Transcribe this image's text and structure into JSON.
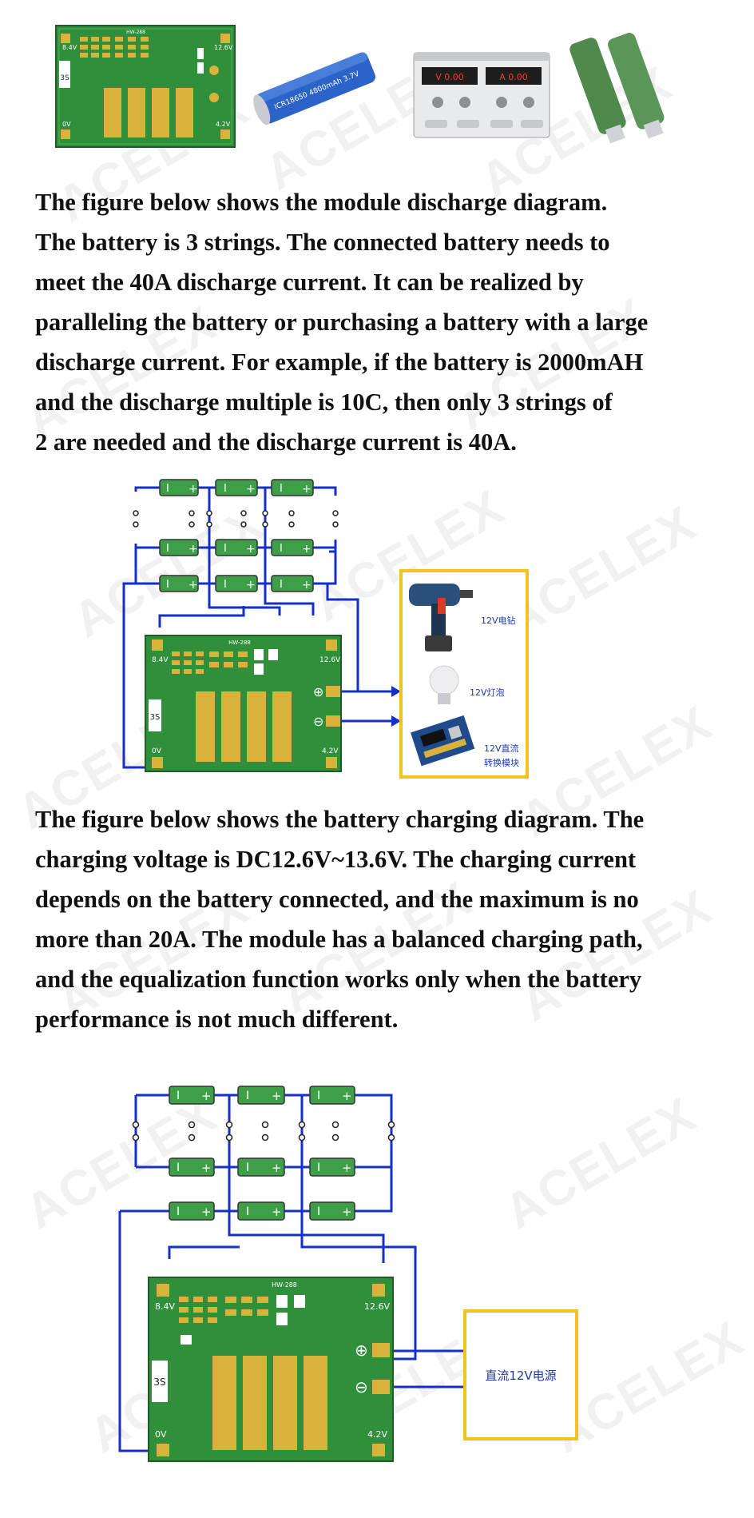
{
  "watermark": "ACELEX",
  "top_products": {
    "bms_board": {
      "model": "HW-288",
      "label_8v4": "8.4V",
      "label_12v6": "12.6V",
      "label_0v": "0V",
      "label_4v2": "4.2V",
      "label_3s": "3S"
    },
    "battery_print": "ICR18650 4800mAh 3.7V",
    "psu_v": "V 0.00",
    "psu_a": "A 0.00"
  },
  "paragraph1": {
    "lines": [
      "The figure below shows the module discharge diagram.",
      "The battery is 3 strings. The connected battery needs to",
      "meet the 40A discharge current. It can be realized by",
      "paralleling the battery or purchasing a battery with a large",
      "discharge current. For example, if the battery is 2000mAH",
      "and the discharge multiple is 10C, then only 3 strings of",
      "2 are needed and the discharge current is 40A."
    ]
  },
  "discharge_diagram": {
    "board": {
      "model": "HW-288",
      "v_8_4": "8.4V",
      "v_12_6": "12.6V",
      "v_0": "0V",
      "v_4_2": "4.2V",
      "s3": "3S",
      "plus": "⊕",
      "minus": "⊖"
    },
    "loads": {
      "drill": "12V电钻",
      "bulb": "12V灯泡",
      "dcdc_line1": "12V直流",
      "dcdc_line2": "转换模块"
    },
    "cell_minus": "I",
    "cell_plus": "+"
  },
  "paragraph2": {
    "lines": [
      "The figure below shows the battery charging diagram. The",
      "charging voltage is DC12.6V~13.6V. The charging current",
      "depends on the battery connected, and the maximum is no",
      "more than 20A. The module has a balanced charging path,",
      "and the equalization function works only when the battery",
      "performance is not much different."
    ]
  },
  "charging_diagram": {
    "board": {
      "model": "HW-288",
      "v_8_4": "8.4V",
      "v_12_6": "12.6V",
      "v_0": "0V",
      "v_4_2": "4.2V",
      "s3": "3S",
      "plus": "⊕",
      "minus": "⊖"
    },
    "source": "直流12V电源",
    "cell_minus": "I",
    "cell_plus": "+"
  },
  "colors": {
    "wire": "#1530c8",
    "cell": "#3f9f48",
    "pcb": "#2f8f3a",
    "pad": "#d8b23a",
    "box_border": "#f3c21f",
    "label_blue": "#1a3ab0"
  }
}
